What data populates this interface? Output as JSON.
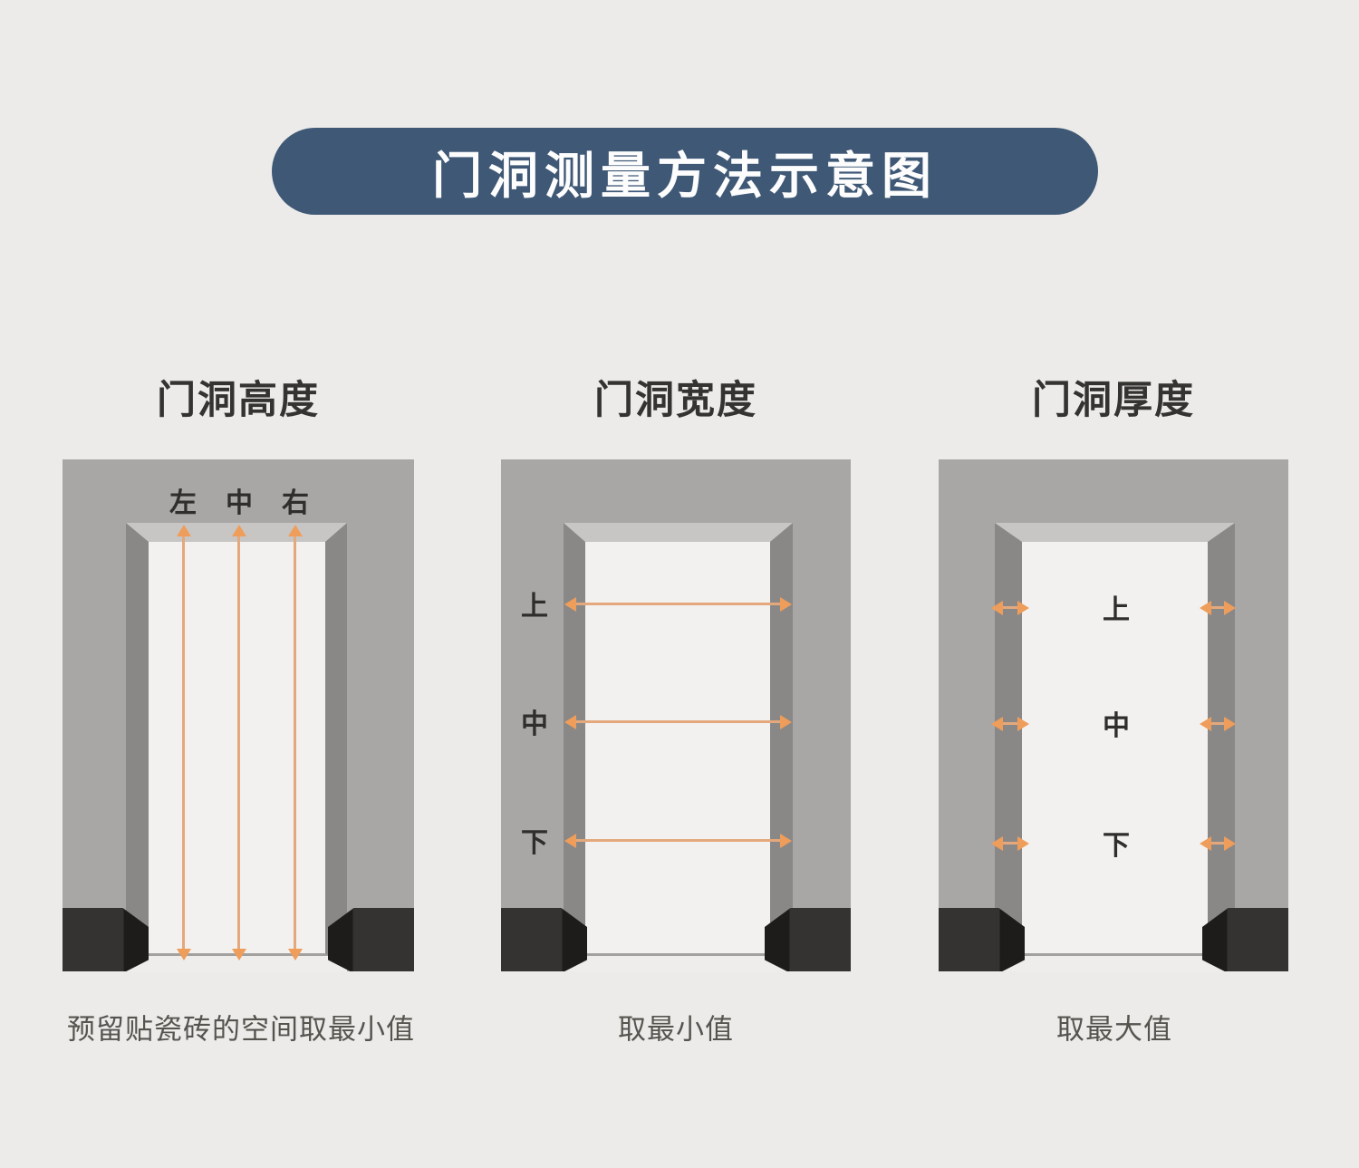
{
  "title": "门洞测量方法示意图",
  "panels": [
    {
      "header": "门洞高度",
      "labels": [
        "左",
        "中",
        "右"
      ],
      "caption": "预留贴瓷砖的空间取最小值"
    },
    {
      "header": "门洞宽度",
      "labels": [
        "上",
        "中",
        "下"
      ],
      "caption": "取最小值"
    },
    {
      "header": "门洞厚度",
      "labels": [
        "上",
        "中",
        "下"
      ],
      "caption": "取最大值"
    }
  ],
  "colors": {
    "bg": "#ecebe9",
    "pill": "#3e5876",
    "pill_text": "#fdfdfd",
    "header_text": "#343331",
    "wall": "#a9a7a5",
    "lintel": "#c8c6c5",
    "jamb": "#8a8887",
    "opening": "#f2f1ef",
    "baseboard_front": "#343332",
    "baseboard_side": "#1d1c1b",
    "sill_line": "#a3a1a0",
    "arrow_line": "#e4a87c",
    "arrow_head": "#ef9d5a",
    "label_text": "#2f2e2d",
    "caption_text": "#56544f"
  }
}
